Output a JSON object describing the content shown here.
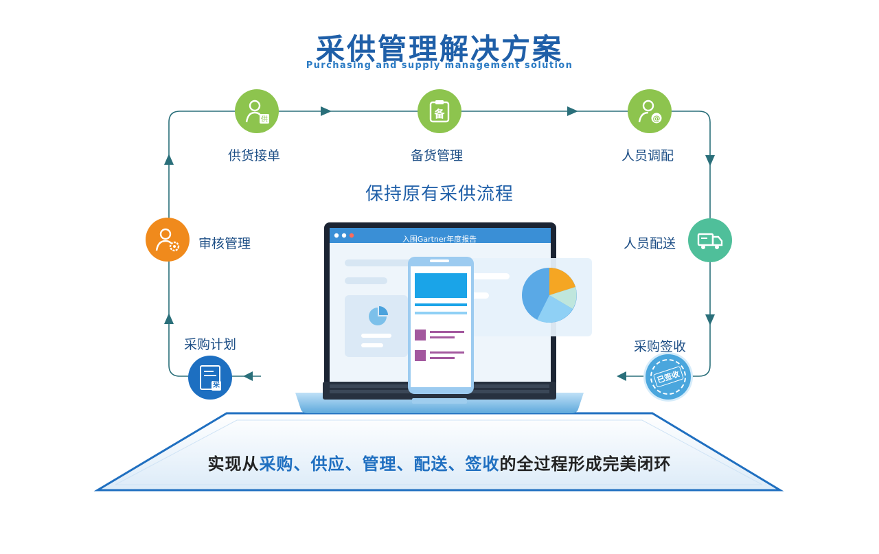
{
  "header": {
    "title": "采供管理解决方案",
    "subtitle": "Purchasing and supply management solution"
  },
  "nodes": {
    "supply_order": {
      "label": "供货接单",
      "icon": "supplier-person-icon",
      "color": "#8dc44e"
    },
    "stock_management": {
      "label": "备货管理",
      "icon": "stock-board-icon",
      "color": "#8dc44e"
    },
    "staff_dispatch": {
      "label": "人员调配",
      "icon": "person-at-icon",
      "color": "#8dc44e"
    },
    "staff_delivery": {
      "label": "人员配送",
      "icon": "delivery-truck-icon",
      "color": "#4fbf9a"
    },
    "purchase_receipt": {
      "label": "采购签收",
      "icon": "signed-stamp-icon",
      "stamp_text": "已签收",
      "color": "#4aa6dd"
    },
    "purchase_plan": {
      "label": "采购计划",
      "icon": "plan-document-icon",
      "doc_text": "采",
      "color": "#1d6fc1"
    },
    "review_management": {
      "label": "审核管理",
      "icon": "person-gear-icon",
      "color": "#f08a1c"
    }
  },
  "center": {
    "heading": "保持原有采供流程",
    "browser_title": "入围Gartner年度报告"
  },
  "footer": {
    "prefix": "实现从",
    "highlighted": "采购、供应、管理、配送、签收",
    "suffix": "的全过程形成完美闭环"
  },
  "colors": {
    "title": "#1f5fa8",
    "flow_line": "#2a6f7a",
    "green": "#8dc44e",
    "orange": "#f08a1c",
    "teal": "#4fbf9a",
    "blue": "#1d6fc1"
  }
}
